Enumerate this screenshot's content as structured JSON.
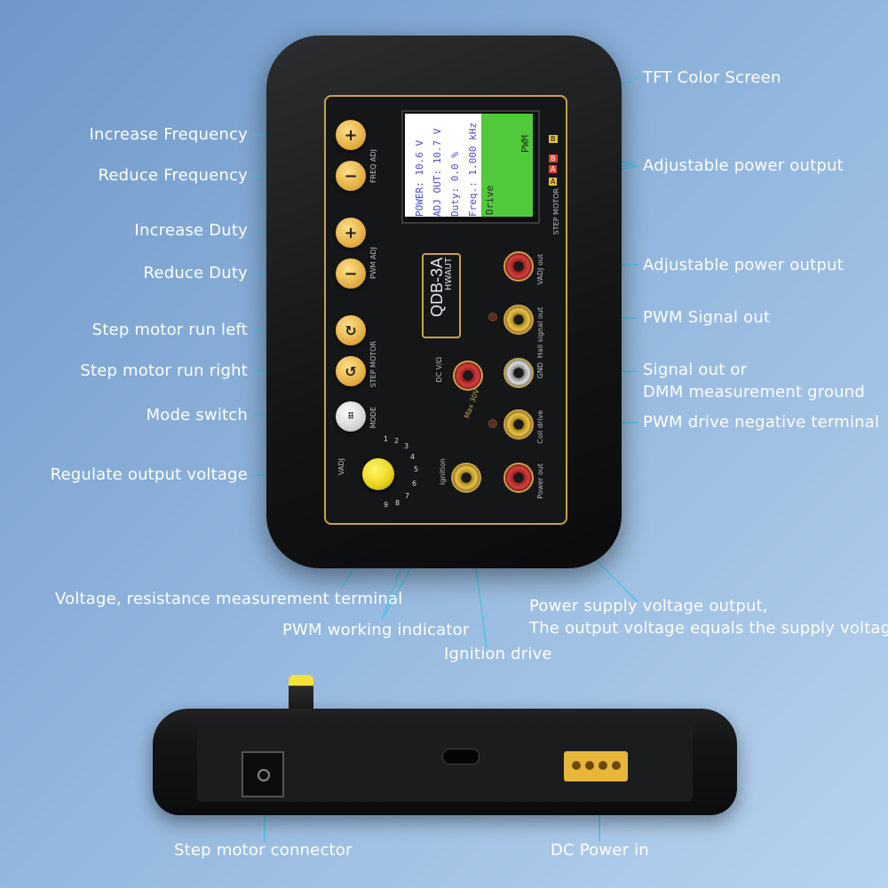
{
  "callouts": {
    "tft_screen": "TFT Color  Screen",
    "adj_output_top": "Adjustable power output",
    "increase_frequency": "Increase Frequency",
    "reduce_frequency": "Reduce Frequency",
    "increase_duty": "Increase Duty",
    "reduce_duty": "Reduce Duty",
    "adj_output_mid": "Adjustable power output",
    "pwm_signal_out": "PWM Signal out",
    "step_left": "Step motor run left",
    "step_right": "Step motor run right",
    "signal_out_line1": "Signal out or",
    "signal_out_line2": "DMM measurement ground",
    "mode_switch": "Mode switch",
    "pwm_drive_neg": "PWM drive negative terminal",
    "regulate_voltage": "Regulate output voltage",
    "voltage_resistance": "Voltage, resistance measurement terminal",
    "power_supply_line1": "Power supply voltage output,",
    "power_supply_line2": "The output voltage equals the supply voltage",
    "pwm_indicator": "PWM working indicator",
    "ignition_drive": "Ignition drive",
    "step_motor_connector": "Step motor connector",
    "dc_power_in": "DC Power in"
  },
  "device": {
    "model": "QDB-3A",
    "brand": "HWAUT",
    "screen": {
      "line1": "Freq.: 1.000 kHz",
      "line2": "Duty: 0.0 %",
      "line3": "ADJ OUT: 10.7 V",
      "line4": "POWER: 10.6 V",
      "mode_top": "PWM",
      "mode_bottom": "Drive"
    },
    "panel_labels": {
      "freq_adj": "FREQ ADJ",
      "pwm_adj": "PWM ADJ",
      "step_motor_left": "STEP MOTOR",
      "mode": "MODE",
      "vadj": "VADJ",
      "step_motor_right": "STEP MOTOR",
      "vadj_out": "VADJ out",
      "hall_signal_out": "Hall signal out",
      "gnd": "GND",
      "coil_drive": "Coil drive",
      "power_out": "Power out",
      "dc_vi": "DC V/Ω",
      "ignition": "Ignition",
      "max_30v": "Max 30V",
      "ba_labels": [
        "B",
        "B",
        "A",
        "A"
      ]
    },
    "dial_numbers": [
      "1",
      "2",
      "3",
      "4",
      "5",
      "6",
      "7",
      "8",
      "9"
    ]
  },
  "colors": {
    "callout_text": "#ffffff",
    "leader_line": "#4fc3e8",
    "accent_gold": "#c9a24a",
    "screen_green": "#52c93a"
  }
}
